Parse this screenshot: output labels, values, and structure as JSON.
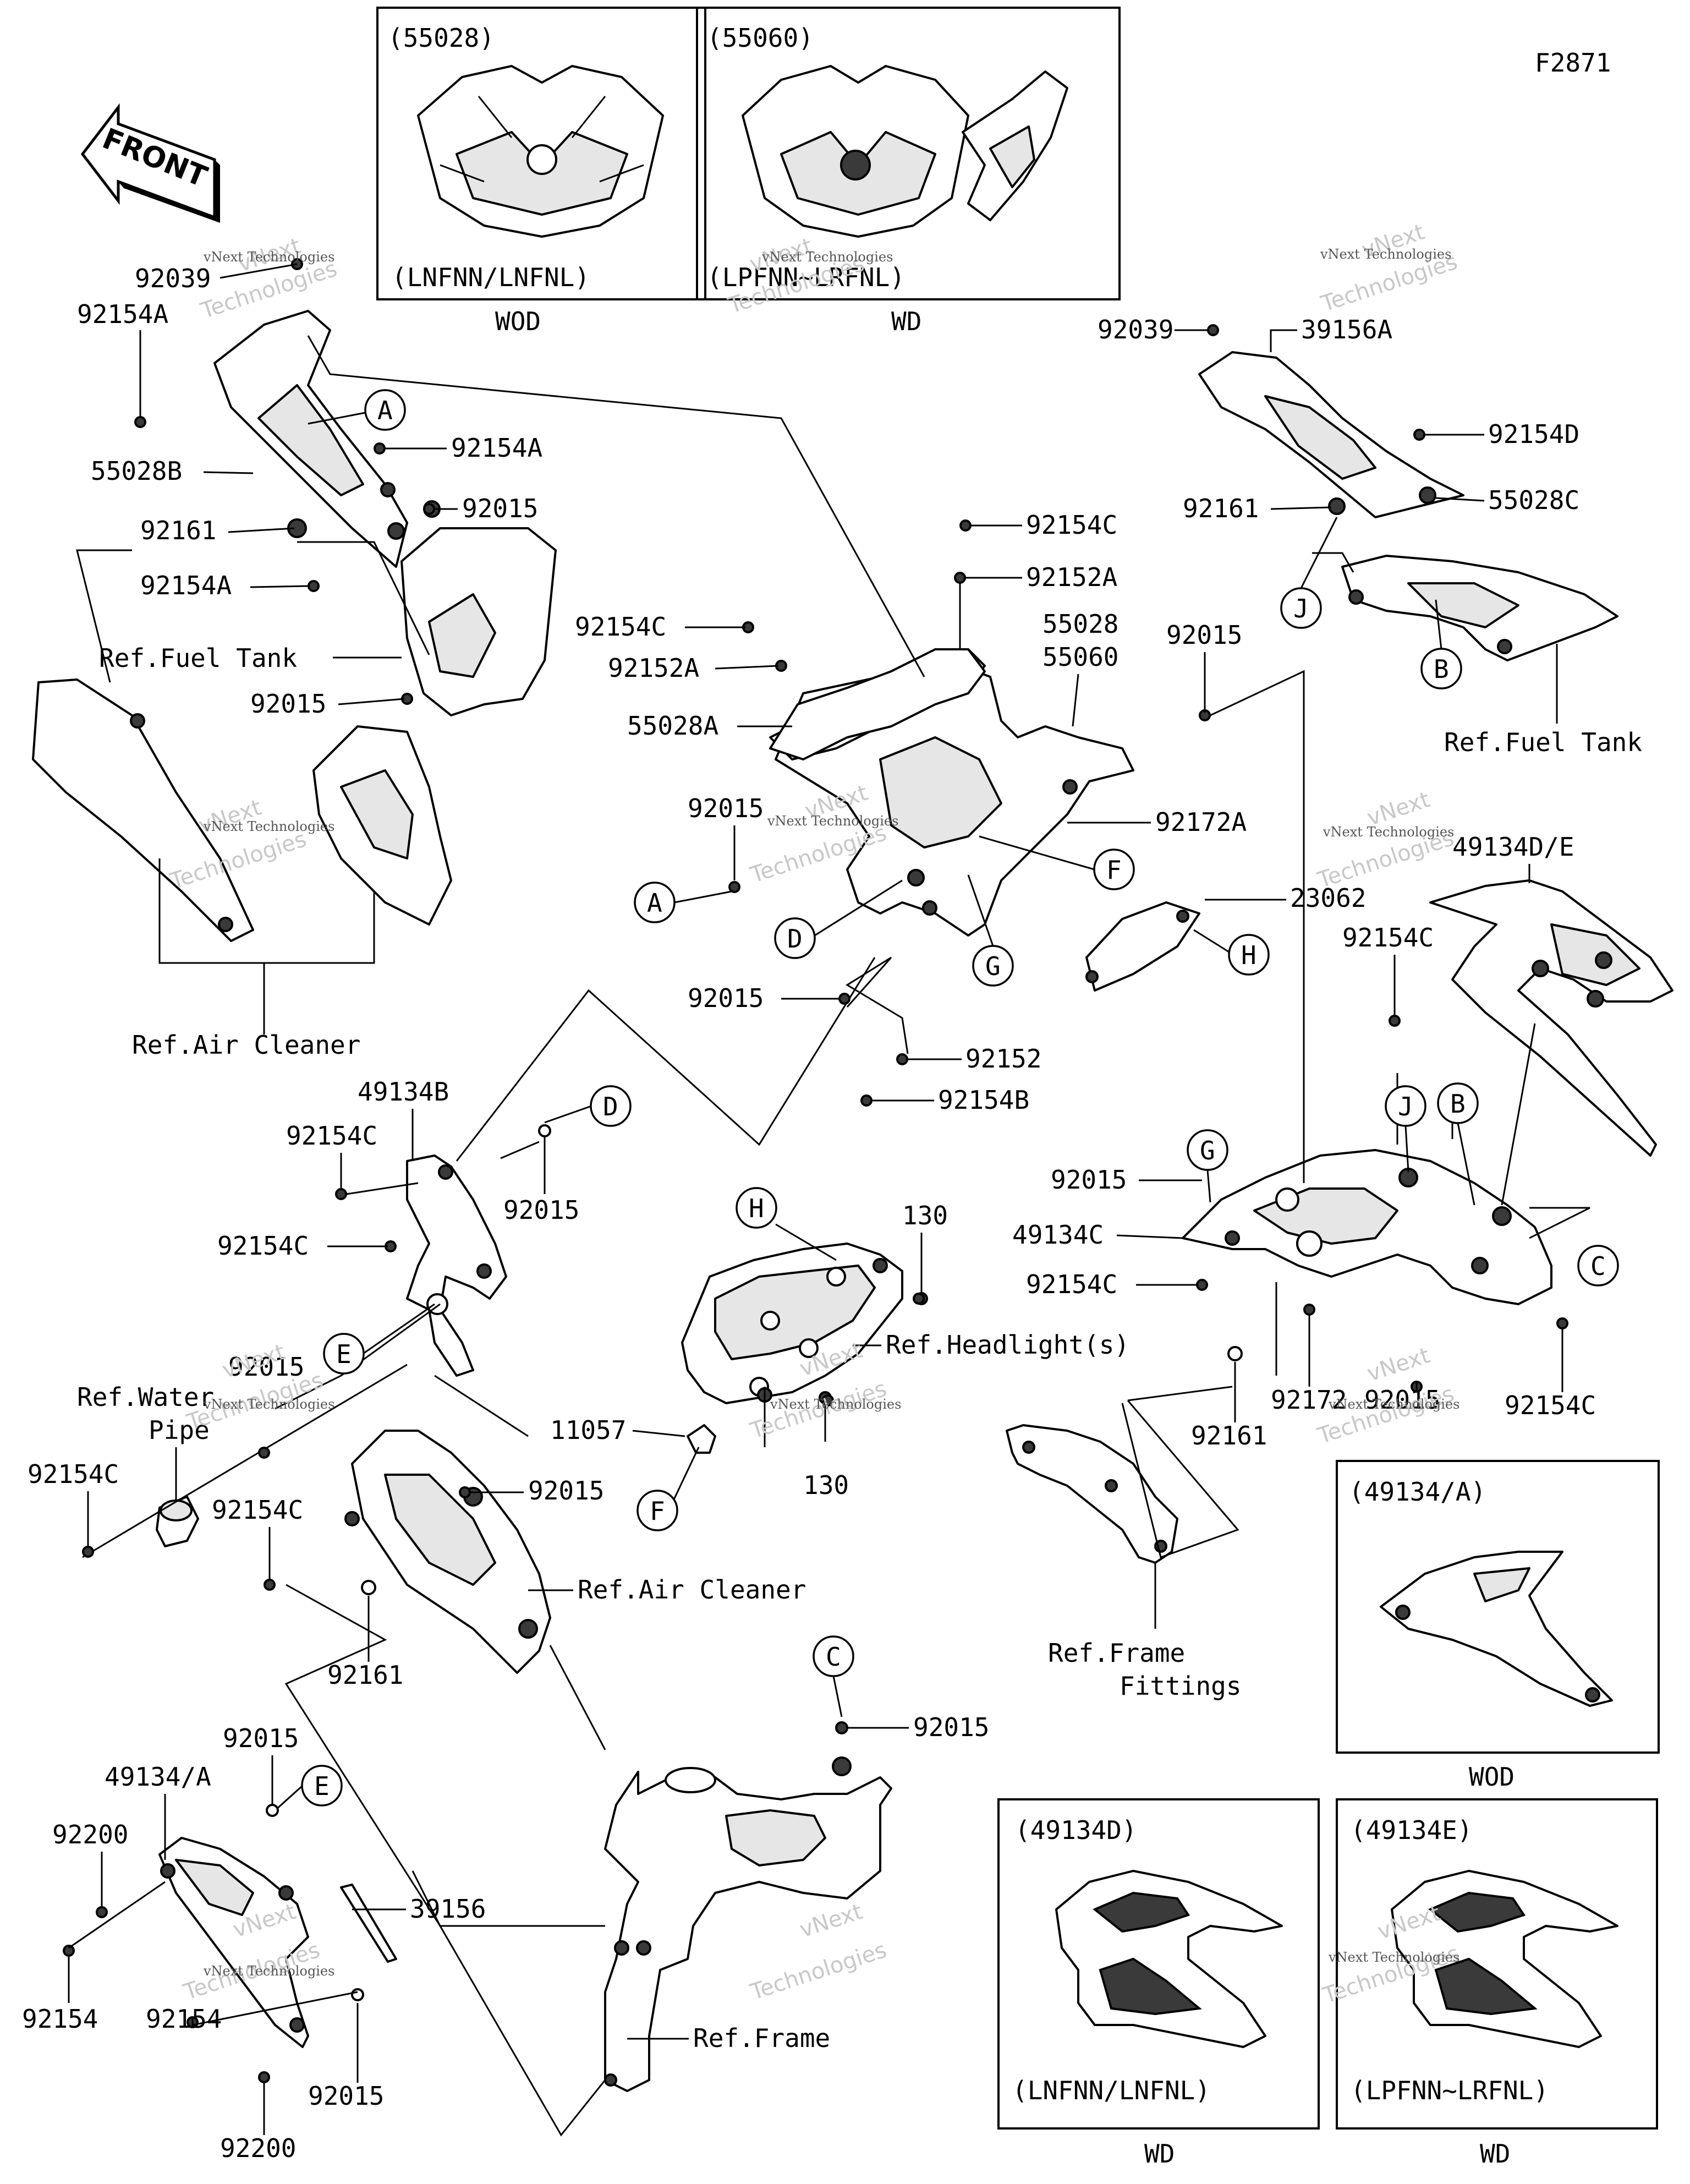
{
  "figure_code": "F2871",
  "front_arrow": "FRONT",
  "inset_55028": {
    "code": "(55028)",
    "variant": "(LNFNN/LNFNL)",
    "finish": "WOD"
  },
  "inset_55060": {
    "code": "(55060)",
    "variant": "(LPFNN~LRFNL)",
    "finish": "WD"
  },
  "inset_49134A": {
    "code": "(49134/A)",
    "finish": "WOD"
  },
  "inset_49134D": {
    "code": "(49134D)",
    "variant": "(LNFNN/LNFNL)",
    "finish": "WD"
  },
  "inset_49134E": {
    "code": "(49134E)",
    "variant": "(LPFNN~LRFNL)",
    "finish": "WD"
  },
  "refs": {
    "fuel_tank_left": "Ref.Fuel Tank",
    "fuel_tank_right": "Ref.Fuel Tank",
    "air_cleaner_top": "Ref.Air Cleaner",
    "air_cleaner_mid": "Ref.Air Cleaner",
    "water_pipe_1": "Ref.Water",
    "water_pipe_2": "Pipe",
    "headlights": "Ref.Headlight(s)",
    "frame_fittings_1": "Ref.Frame",
    "frame_fittings_2": "Fittings",
    "frame": "Ref.Frame"
  },
  "callouts": [
    "A",
    "B",
    "C",
    "D",
    "E",
    "F",
    "G",
    "H",
    "J"
  ],
  "part_numbers": {
    "p92039_left": "92039",
    "p92154A_1": "92154A",
    "p55028B": "55028B",
    "p92161_1": "92161",
    "p92154A_2": "92154A",
    "p92154A_3": "92154A",
    "p92015_1": "92015",
    "p92015_2": "92015",
    "p92154C_top": "92154C",
    "p92152A_top": "92152A",
    "p92154C_2": "92154C",
    "p92152A_2": "92152A",
    "p55028A": "55028A",
    "p55028": "55028",
    "p55060": "55060",
    "p92015_3": "92015",
    "p92015_4": "92015",
    "p92172A": "92172A",
    "p23062": "23062",
    "p92015_5": "92015",
    "p92152": "92152",
    "p92154B": "92154B",
    "p92039_right": "92039",
    "p39156A": "39156A",
    "p92154D": "92154D",
    "p92161_2": "92161",
    "p55028C": "55028C",
    "p49134DE": "49134D/E",
    "p92154C_r1": "92154C",
    "p92015_r": "92015",
    "p49134C": "49134C",
    "p92154C_r2": "92154C",
    "p92172": "92172",
    "p92015_r2": "92015",
    "p92154C_r3": "92154C",
    "p92161_r": "92161",
    "p49134B": "49134B",
    "p92154C_m1": "92154C",
    "p92015_m1": "92015",
    "p92154C_m2": "92154C",
    "p92015_m2": "92015",
    "p92154C_m3": "92154C",
    "p92154C_m4": "92154C",
    "p92015_m3": "92015",
    "p92161_m": "92161",
    "p130_1": "130",
    "p11057": "11057",
    "p130_2": "130",
    "p92015_c": "92015",
    "p92015_b1": "92015",
    "p49134A": "49134/A",
    "p92200_1": "92200",
    "p39156": "39156",
    "p92154_1": "92154",
    "p92154_2": "92154",
    "p92015_b2": "92015",
    "p92200_2": "92200"
  },
  "watermark": {
    "brand": "vNext",
    "company": "Technologies",
    "full": "vNext Technologies"
  }
}
